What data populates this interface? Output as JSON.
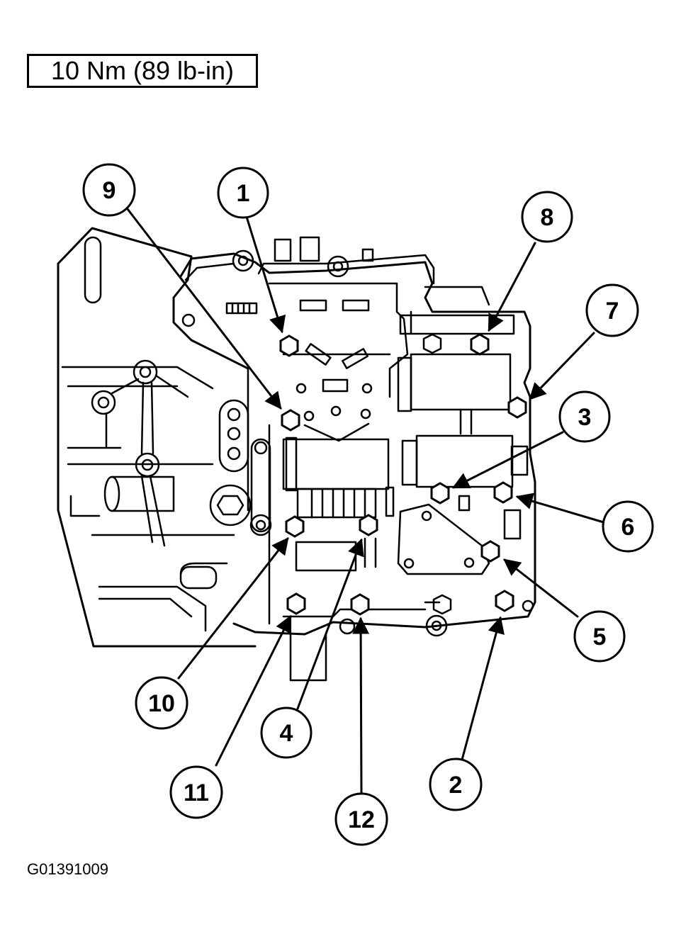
{
  "torque_spec": "10 Nm (89 lb-in)",
  "figure_id": "G01391009",
  "callouts": [
    "1",
    "2",
    "3",
    "4",
    "5",
    "6",
    "7",
    "8",
    "9",
    "10",
    "11",
    "12"
  ],
  "colors": {
    "line": "#000000",
    "background": "#ffffff"
  }
}
